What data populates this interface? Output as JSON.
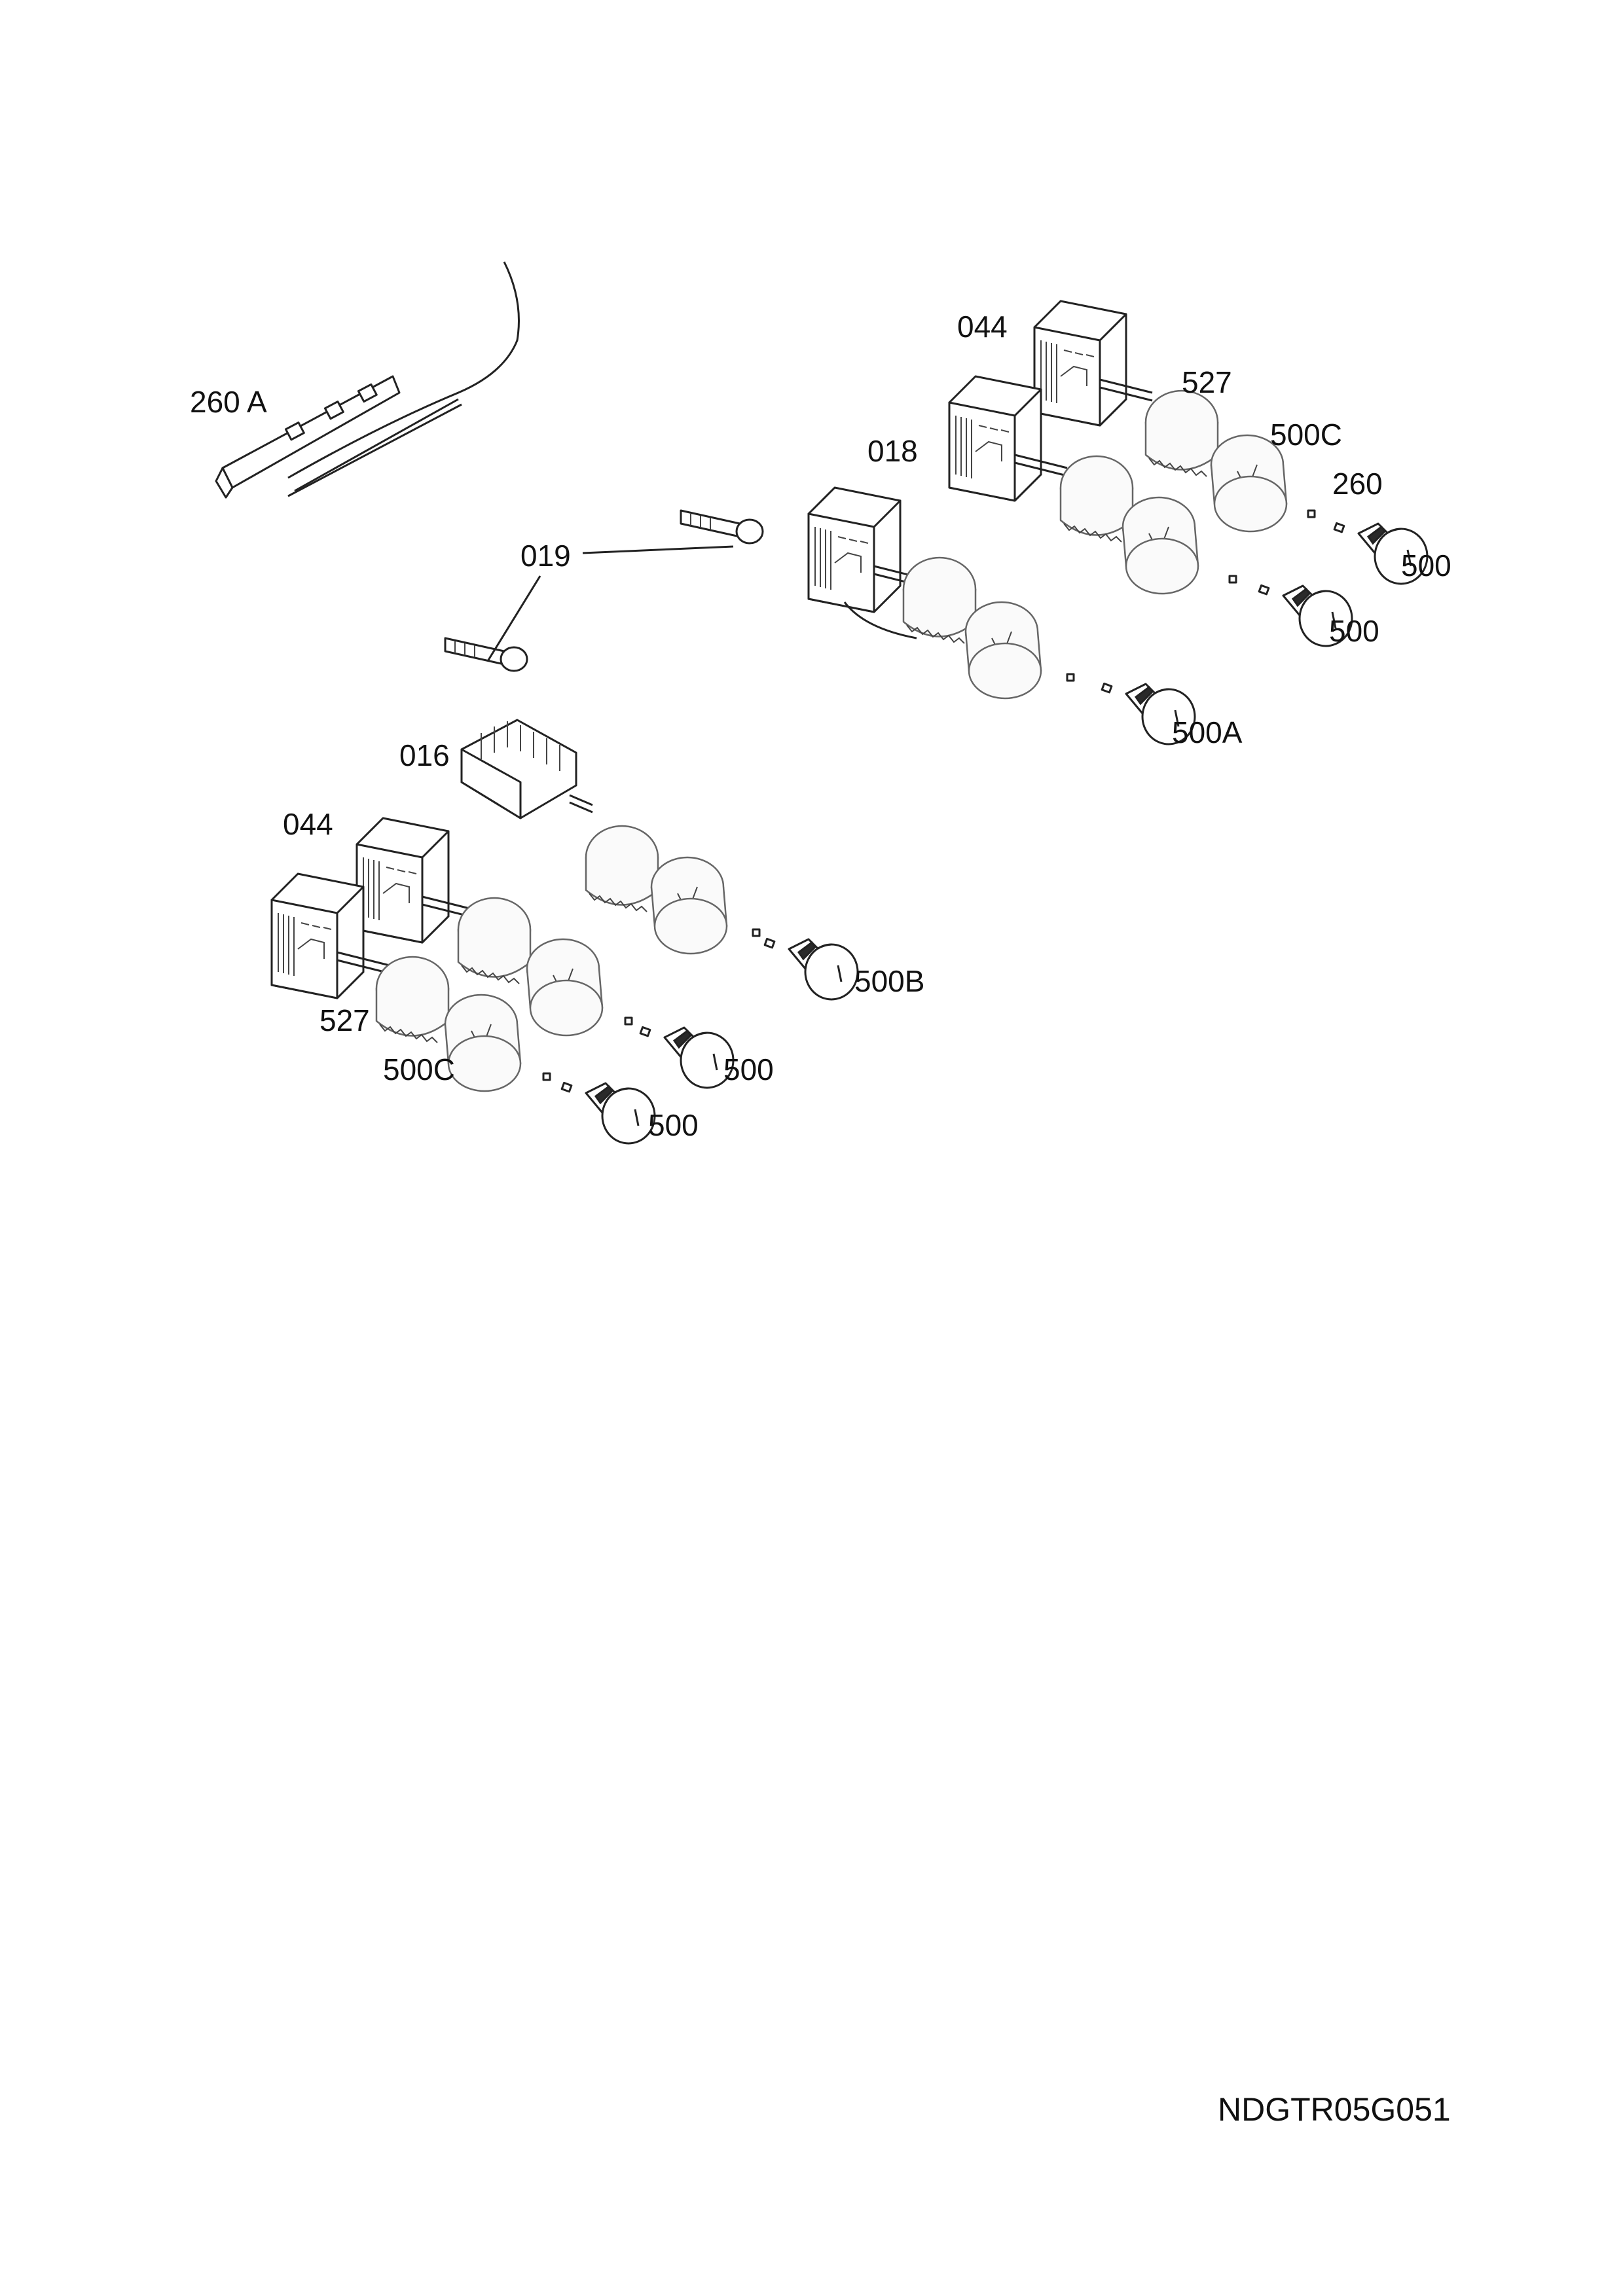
{
  "diagram": {
    "drawing_number": "NDGTR05G051",
    "labels": {
      "l_260a": "260 A",
      "l_019": "019",
      "l_018": "018",
      "l_044_top": "044",
      "l_527_top": "527",
      "l_500c_top": "500C",
      "l_260": "260",
      "l_500_top_a": "500",
      "l_500_top_b": "500",
      "l_500a": "500A",
      "l_016": "016",
      "l_044_bottom": "044",
      "l_500b": "500B",
      "l_527_bottom": "527",
      "l_500c_bottom": "500C",
      "l_500_bottom_a": "500",
      "l_500_bottom_b": "500"
    }
  }
}
